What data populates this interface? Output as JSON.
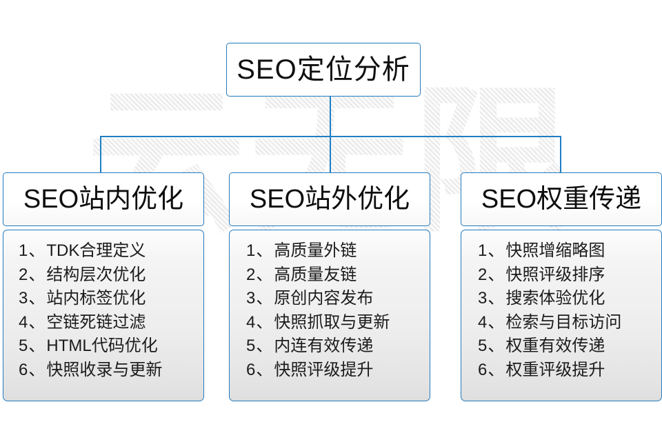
{
  "diagram": {
    "root": {
      "label": "SEO定位分析"
    },
    "watermark_text": "云无限",
    "accent_color": "#2279bd",
    "connector_color": "#1e7fc4",
    "text_color": "#1b1b1b",
    "columns": [
      {
        "header": "SEO站内优化",
        "items": [
          {
            "num": "1",
            "sep": "、",
            "text": "TDK合理定义"
          },
          {
            "num": "2",
            "sep": "、",
            "text": "结构层次优化"
          },
          {
            "num": "3",
            "sep": "、",
            "text": "站内标签优化"
          },
          {
            "num": "4",
            "sep": "、",
            "text": "空链死链过滤"
          },
          {
            "num": "5",
            "sep": "、",
            "text": "HTML代码优化"
          },
          {
            "num": "6",
            "sep": "、",
            "text": "快照收录与更新"
          }
        ]
      },
      {
        "header": "SEO站外优化",
        "items": [
          {
            "num": "1",
            "sep": "、",
            "text": "高质量外链"
          },
          {
            "num": "2",
            "sep": "、",
            "text": "高质量友链"
          },
          {
            "num": "3",
            "sep": "、",
            "text": "原创内容发布"
          },
          {
            "num": "4",
            "sep": "、",
            "text": "快照抓取与更新"
          },
          {
            "num": "5",
            "sep": "、",
            "text": "内连有效传递"
          },
          {
            "num": "6",
            "sep": "、",
            "text": "快照评级提升"
          }
        ]
      },
      {
        "header": "SEO权重传递",
        "items": [
          {
            "num": "1",
            "sep": "、",
            "text": "快照增缩略图"
          },
          {
            "num": "2",
            "sep": "、",
            "text": "快照评级排序"
          },
          {
            "num": "3",
            "sep": "、",
            "text": "搜索体验优化"
          },
          {
            "num": "4",
            "sep": "、",
            "text": "检索与目标访问"
          },
          {
            "num": "5",
            "sep": "、",
            "text": "权重有效传递"
          },
          {
            "num": "6",
            "sep": "、",
            "text": "权重评级提升"
          }
        ]
      }
    ]
  }
}
